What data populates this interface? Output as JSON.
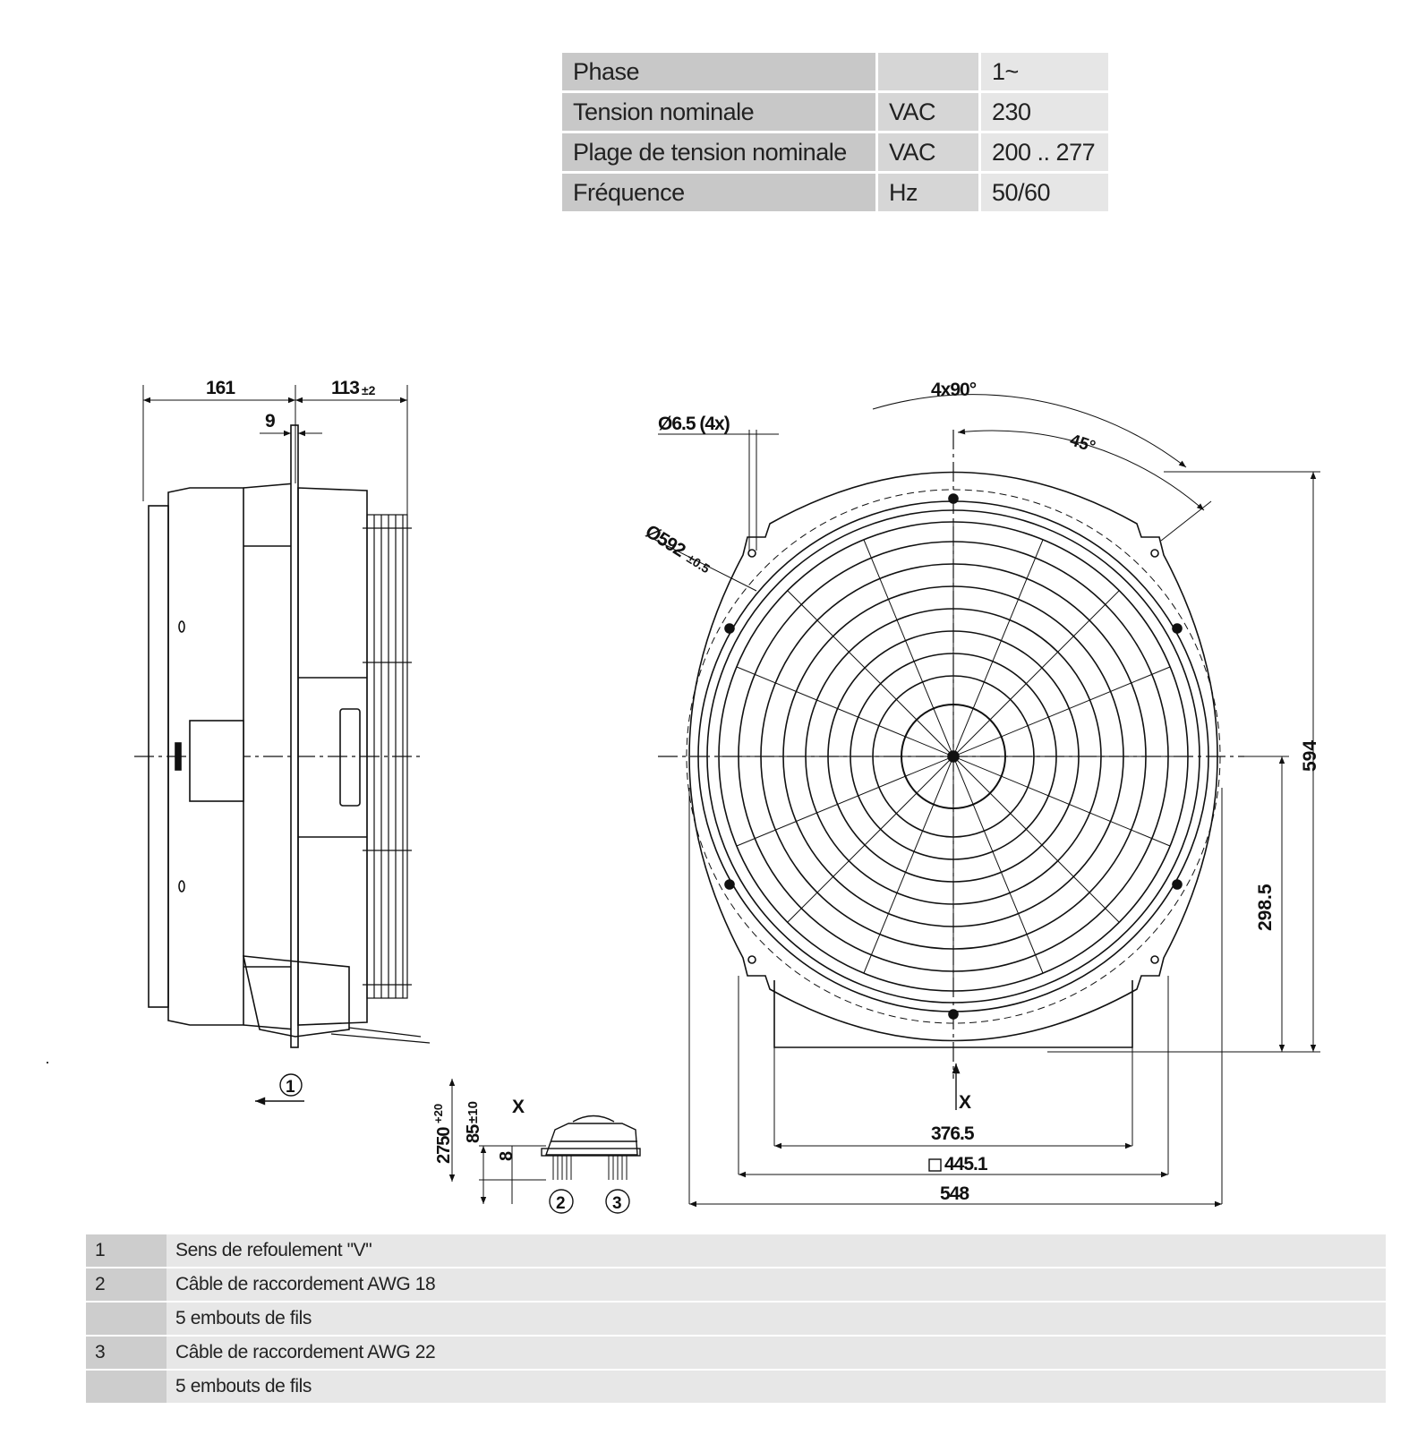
{
  "spec_table": {
    "rows": [
      {
        "label": "Phase",
        "unit": "",
        "value": "1~"
      },
      {
        "label": "Tension nominale",
        "unit": "VAC",
        "value": "230"
      },
      {
        "label": "Plage de tension nominale",
        "unit": "VAC",
        "value": "200 .. 277"
      },
      {
        "label": "Fréquence",
        "unit": "Hz",
        "value": "50/60"
      }
    ]
  },
  "drawing": {
    "side_view": {
      "dim_overall_left": "161",
      "dim_overall_right": "113",
      "dim_overall_right_tol": "±2",
      "dim_flange": "9",
      "marker_1": "1"
    },
    "front_view": {
      "angle_label": "4x90°",
      "angle_45": "45°",
      "hole_label": "Ø6.5 (4x)",
      "diameter_label": "Ø592",
      "diameter_tol": "±0.5",
      "height_label": "594",
      "center_height_label": "298.5",
      "width_inner": "376.5",
      "width_square": "445.1",
      "width_overall": "548",
      "view_x": "X"
    },
    "detail_x": {
      "title": "X",
      "cable_length": "2750",
      "cable_length_tol": "+20",
      "strip_length": "85",
      "strip_length_tol": "±10",
      "end_length": "8",
      "marker_2": "2",
      "marker_3": "3"
    }
  },
  "legend": {
    "rows": [
      {
        "num": "1",
        "text": "Sens de refoulement \"V\""
      },
      {
        "num": "2",
        "text": "Câble de raccordement AWG 18"
      },
      {
        "num": "",
        "text": "5 embouts de fils"
      },
      {
        "num": "3",
        "text": "Câble de raccordement AWG 22"
      },
      {
        "num": "",
        "text": "5 embouts de fils"
      }
    ]
  }
}
